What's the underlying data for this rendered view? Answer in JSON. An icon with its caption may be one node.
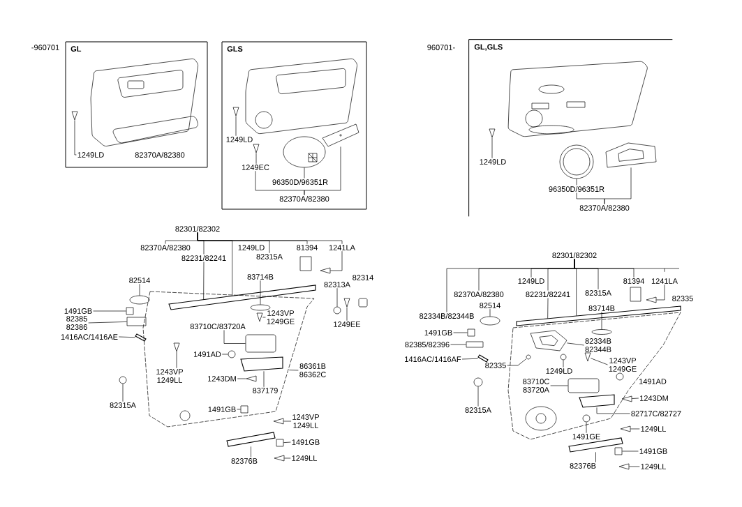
{
  "diagram": {
    "nodes": [
      {
        "text": [
          "GL"
        ]
      },
      {
        "text": [
          "1249LD"
        ],
        "in": 0
      },
      {
        "text": [],
        "shape": "picture",
        "in": 0
      },
      {
        "text": [
          "GLS"
        ]
      },
      {
        "text": [
          "1249LD"
        ],
        "in": 3
      },
      {
        "text": [],
        "shape": "picture",
        "in": 3
      },
      {
        "text": [
          "1249EC"
        ],
        "in": 3
      },
      {
        "text": [],
        "shape": "picture",
        "in": 3
      },
      {
        "text": [
          "96350D/96351R"
        ],
        "in": 3
      },
      {
        "text": [],
        "shape": "picture",
        "in": 3
      },
      {
        "text": [
          "82370A/82380"
        ],
        "in": 3
      },
      {
        "text": [],
        "shape": "picture",
        "in": 3
      },
      {
        "text": [
          "GL,GLS"
        ]
      },
      {
        "text": [
          "1249LD"
        ],
        "in": 12
      },
      {
        "text": [],
        "shape": "picture",
        "in": 12
      },
      {
        "text": [
          "96350D/96351R"
        ],
        "in": 12
      },
      {
        "text": [],
        "shape": "picture",
        "in": 12
      },
      {
        "text": [
          "82370A/82380"
        ],
        "in": 12
      },
      {
        "text": [],
        "shape": "picture",
        "in": 12
      },
      {
        "text": [
          "82301/82302"
        ]
      },
      {
        "text": [
          "82370A/82380"
        ]
      },
      {
        "text": [
          "82231/82241"
        ]
      },
      {
        "text": [
          "82315A"
        ]
      },
      {
        "text": [
          "81394"
        ]
      },
      {
        "text": [
          "1241LA"
        ]
      },
      {
        "text": [],
        "shape": "bar"
      },
      {
        "text": [],
        "shape": "picture"
      },
      {
        "text": [
          "82514"
        ]
      },
      {
        "text": [],
        "shape": "circle"
      },
      {
        "text": [
          "83714B"
        ]
      },
      {
        "text": [],
        "shape": "picture"
      },
      {
        "text": [],
        "shape": "circle",
        "in": 30
      },
      {
        "text": [
          "82313A"
        ]
      },
      {
        "text": [],
        "shape": "circle"
      },
      {
        "text": [
          "1243VP",
          "1249GE"
        ],
        "in": 30
      },
      {
        "text": [],
        "shape": "picture",
        "in": 30
      },
      {
        "text": [
          "1249EE"
        ]
      },
      {
        "text": [],
        "shape": "picture"
      },
      {
        "text": [
          "1491GB"
        ]
      },
      {
        "text": [],
        "shape": "box"
      },
      {
        "text": [
          "82385",
          "82386"
        ]
      },
      {
        "text": [],
        "shape": "box"
      },
      {
        "text": [
          "1416AC/1416AE"
        ]
      },
      {
        "text": [],
        "shape": "bar"
      },
      {
        "text": [
          "83710C/83720A"
        ],
        "in": 30
      },
      {
        "text": [],
        "shape": "box",
        "in": 30
      },
      {
        "text": [
          "1491AD"
        ],
        "in": 30
      },
      {
        "text": [],
        "shape": "circle",
        "in": 30
      },
      {
        "text": [
          "1243VP",
          "1249LL"
        ],
        "in": 30
      },
      {
        "text": [],
        "shape": "picture",
        "in": 30
      },
      {
        "text": [
          "1243DM"
        ],
        "in": 30
      },
      {
        "text": [],
        "shape": "picture",
        "in": 30
      },
      {
        "text": [
          "837179"
        ],
        "in": 30
      },
      {
        "text": [],
        "shape": "bar",
        "in": 30
      },
      {
        "text": [
          "86361B",
          "86362C"
        ]
      },
      {
        "text": [
          "82315A"
        ]
      },
      {
        "text": [],
        "shape": "circle"
      },
      {
        "text": [
          "1491GB"
        ],
        "in": 30
      },
      {
        "text": [],
        "shape": "box",
        "in": 30
      },
      {
        "text": [
          "1243VP",
          "1249LL"
        ]
      },
      {
        "text": [],
        "shape": "picture"
      },
      {
        "text": [
          "1491GB"
        ]
      },
      {
        "text": [],
        "shape": "box"
      },
      {
        "text": [
          "82376B"
        ]
      },
      {
        "text": [],
        "shape": "bar"
      },
      {
        "text": [
          "1249LL"
        ]
      },
      {
        "text": [],
        "shape": "picture"
      },
      {
        "text": [
          "82301/82302"
        ]
      },
      {
        "text": [
          "82334B/82344B"
        ]
      },
      {
        "text": [
          "82370A/82380"
        ]
      },
      {
        "text": [
          "1249LD"
        ]
      },
      {
        "text": [
          "82231/82241"
        ]
      },
      {
        "text": [],
        "shape": "bar"
      },
      {
        "text": [
          "82315A"
        ]
      },
      {
        "text": [
          "81394"
        ]
      },
      {
        "text": [
          "1241LA"
        ]
      },
      {
        "text": [],
        "shape": "picture"
      },
      {
        "text": [
          "82514"
        ]
      },
      {
        "text": [],
        "shape": "circle"
      },
      {
        "text": [],
        "shape": "picture"
      },
      {
        "text": [
          "83714B"
        ]
      },
      {
        "text": [],
        "shape": "circle",
        "in": 79
      },
      {
        "text": [
          "1491GB"
        ]
      },
      {
        "text": [],
        "shape": "box"
      },
      {
        "text": [
          "82385/82396"
        ]
      },
      {
        "text": [],
        "shape": "box"
      },
      {
        "text": [
          "1416AC/1416AF"
        ]
      },
      {
        "text": [],
        "shape": "bar"
      },
      {
        "text": [
          "82334B",
          "82344B"
        ],
        "in": 79
      },
      {
        "text": [],
        "shape": "picture",
        "in": 79
      },
      {
        "text": [
          "82335"
        ]
      },
      {
        "text": [],
        "shape": "circle",
        "in": 79
      },
      {
        "text": [
          "1243VP",
          "1249GE"
        ],
        "in": 79
      },
      {
        "text": [],
        "shape": "picture",
        "in": 79
      },
      {
        "text": [
          "1249LD"
        ],
        "in": 79
      },
      {
        "text": [],
        "shape": "circle",
        "in": 79
      },
      {
        "text": [
          "83710C",
          "83720A"
        ],
        "in": 79
      },
      {
        "text": [],
        "shape": "box",
        "in": 79
      },
      {
        "text": [
          "1243DM"
        ]
      },
      {
        "text": [],
        "shape": "picture"
      },
      {
        "text": [
          "82717C/82727"
        ]
      },
      {
        "text": [],
        "shape": "bar",
        "in": 79
      },
      {
        "text": [
          "82315A"
        ]
      },
      {
        "text": [],
        "shape": "circle"
      },
      {
        "text": [
          "1491GE"
        ]
      },
      {
        "text": [],
        "shape": "circle",
        "in": 79
      },
      {
        "text": [
          "1249LL"
        ]
      },
      {
        "text": [],
        "shape": "picture"
      },
      {
        "text": [
          "1491GB"
        ]
      },
      {
        "text": [],
        "shape": "box"
      },
      {
        "text": [
          "82376B"
        ]
      },
      {
        "text": [],
        "shape": "bar"
      },
      {
        "text": [
          "1249LL"
        ]
      },
      {
        "text": [],
        "shape": "picture"
      }
    ],
    "edges": [
      {
        "from": 1,
        "to": 2,
        "arrow": "none"
      },
      {
        "from": 4,
        "to": 5,
        "arrow": "none"
      },
      {
        "from": 6,
        "to": 7,
        "arrow": "none"
      },
      {
        "from": 8,
        "to": 9,
        "arrow": "none"
      },
      {
        "from": 10,
        "to": 6,
        "arrow": "none"
      },
      {
        "from": 10,
        "to": 11,
        "arrow": "none"
      },
      {
        "from": 13,
        "to": 14,
        "arrow": "none"
      },
      {
        "from": 15,
        "to": 16,
        "arrow": "none"
      },
      {
        "from": 17,
        "to": 15,
        "arrow": "none"
      },
      {
        "from": 17,
        "to": 18,
        "arrow": "none"
      },
      {
        "from": 19,
        "to": 20,
        "arrow": "none"
      },
      {
        "from": 19,
        "to": 21,
        "arrow": "none"
      },
      {
        "from": 19,
        "to": 25,
        "arrow": "none"
      },
      {
        "from": 19,
        "to": 22,
        "arrow": "none"
      },
      {
        "from": 19,
        "to": 23,
        "arrow": "none"
      },
      {
        "from": 19,
        "to": 24,
        "arrow": "none"
      },
      {
        "from": 24,
        "to": 26,
        "arrow": "none"
      },
      {
        "from": 21,
        "to": 25,
        "arrow": "none"
      },
      {
        "from": 27,
        "to": 28,
        "arrow": "none"
      },
      {
        "from": 29,
        "to": 31,
        "arrow": "none"
      },
      {
        "from": 32,
        "to": 33,
        "arrow": "none"
      },
      {
        "from": 34,
        "to": 35,
        "arrow": "none"
      },
      {
        "from": 36,
        "to": 37,
        "arrow": "none"
      },
      {
        "from": 38,
        "to": 39,
        "arrow": "none"
      },
      {
        "from": 40,
        "to": 41,
        "arrow": "none"
      },
      {
        "from": 42,
        "to": 43,
        "arrow": "none"
      },
      {
        "from": 44,
        "to": 45,
        "arrow": "none"
      },
      {
        "from": 46,
        "to": 47,
        "arrow": "none"
      },
      {
        "from": 48,
        "to": 49,
        "arrow": "none"
      },
      {
        "from": 50,
        "to": 51,
        "arrow": "none"
      },
      {
        "from": 52,
        "to": 53,
        "arrow": "none"
      },
      {
        "from": 54,
        "to": 30,
        "arrow": "none"
      },
      {
        "from": 55,
        "to": 56,
        "arrow": "none"
      },
      {
        "from": 57,
        "to": 58,
        "arrow": "none"
      },
      {
        "from": 59,
        "to": 60,
        "arrow": "none"
      },
      {
        "from": 61,
        "to": 62,
        "arrow": "none"
      },
      {
        "from": 63,
        "to": 64,
        "arrow": "none"
      },
      {
        "from": 65,
        "to": 66,
        "arrow": "none"
      },
      {
        "from": 67,
        "to": 68,
        "arrow": "none"
      },
      {
        "from": 67,
        "to": 69,
        "arrow": "none"
      },
      {
        "from": 67,
        "to": 70,
        "arrow": "none"
      },
      {
        "from": 67,
        "to": 71,
        "arrow": "none"
      },
      {
        "from": 67,
        "to": 72,
        "arrow": "none"
      },
      {
        "from": 67,
        "to": 73,
        "arrow": "none"
      },
      {
        "from": 67,
        "to": 74,
        "arrow": "none"
      },
      {
        "from": 67,
        "to": 75,
        "arrow": "none"
      },
      {
        "from": 75,
        "to": 76,
        "arrow": "none"
      },
      {
        "from": 71,
        "to": 72,
        "arrow": "none"
      },
      {
        "from": 77,
        "to": 78,
        "arrow": "none"
      },
      {
        "from": 80,
        "to": 81,
        "arrow": "none"
      },
      {
        "from": 82,
        "to": 83,
        "arrow": "none"
      },
      {
        "from": 84,
        "to": 85,
        "arrow": "none"
      },
      {
        "from": 86,
        "to": 87,
        "arrow": "none"
      },
      {
        "from": 88,
        "to": 89,
        "arrow": "none"
      },
      {
        "from": 90,
        "to": 91,
        "arrow": "none"
      },
      {
        "from": 92,
        "to": 93,
        "arrow": "none"
      },
      {
        "from": 94,
        "to": 95,
        "arrow": "none"
      },
      {
        "from": 96,
        "to": 97,
        "arrow": "none"
      },
      {
        "from": 98,
        "to": 99,
        "arrow": "none"
      },
      {
        "from": 100,
        "to": 101,
        "arrow": "none"
      },
      {
        "from": 102,
        "to": 103,
        "arrow": "none"
      },
      {
        "from": 104,
        "to": 105,
        "arrow": "none"
      },
      {
        "from": 106,
        "to": 107,
        "arrow": "none"
      },
      {
        "from": 108,
        "to": 109,
        "arrow": "none"
      },
      {
        "from": 110,
        "to": 111,
        "arrow": "none"
      },
      {
        "from": 112,
        "to": 113,
        "arrow": "none"
      }
    ],
    "labels": [
      "-960701",
      "82370A/82380",
      "960701-",
      "1249LD",
      "82314",
      "82335",
      "1491AD"
    ]
  }
}
